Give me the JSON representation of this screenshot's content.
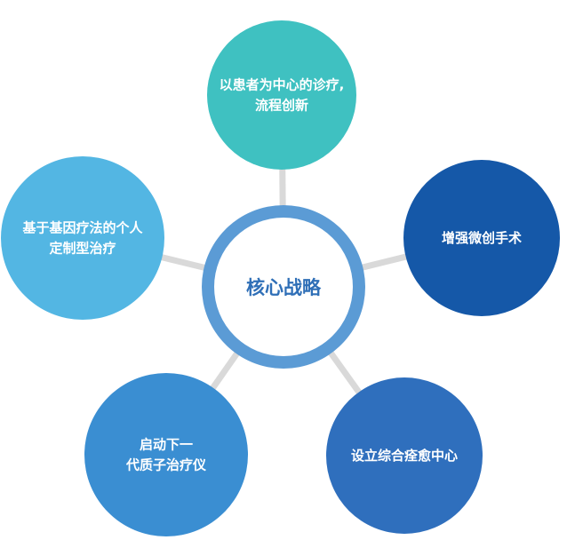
{
  "center": {
    "label": "核心战略",
    "ring_color": "#5b9bd5",
    "text_color": "#2f6fb7"
  },
  "connector_color": "#d9d9d9",
  "nodes": [
    {
      "id": "patient-centered",
      "lines": [
        "以患者为中心的诊疗,",
        "流程创新"
      ],
      "color": "#3fc1c1"
    },
    {
      "id": "minimally-invasive",
      "lines": [
        "增强微创手术"
      ],
      "color": "#1558a8"
    },
    {
      "id": "cure-center",
      "lines": [
        "设立综合痊愈中心"
      ],
      "color": "#2f6fbd"
    },
    {
      "id": "next-gen-device",
      "lines": [
        "启动下一",
        "代质子治疗仪"
      ],
      "color": "#3a8ed2"
    },
    {
      "id": "gene-therapy",
      "lines": [
        "基于基因疗法的个人",
        "定制型治疗"
      ],
      "color": "#53b6e3"
    }
  ]
}
